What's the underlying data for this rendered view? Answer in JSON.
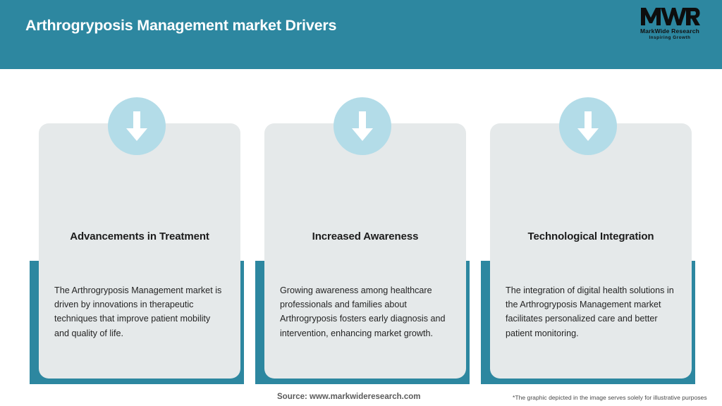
{
  "header": {
    "title": "Arthrogryposis Management market Drivers",
    "background_color": "#2d87a0",
    "title_color": "#ffffff",
    "logo": {
      "mark": "MWR",
      "name": "MarkWide Research",
      "tagline": "Inspiring Growth"
    }
  },
  "cards": [
    {
      "icon": "down-arrow-icon",
      "title": "Advancements in Treatment",
      "body": "The Arthrogryposis Management market is driven by innovations in therapeutic techniques that improve patient mobility and quality of life."
    },
    {
      "icon": "down-arrow-icon",
      "title": "Increased Awareness",
      "body": "Growing awareness among healthcare professionals and families about Arthrogryposis fosters early diagnosis and intervention, enhancing market growth."
    },
    {
      "icon": "down-arrow-icon",
      "title": "Technological Integration",
      "body": "The integration of digital health solutions in the Arthrogryposis Management market facilitates personalized care and better patient monitoring."
    }
  ],
  "footer": {
    "source": "Source: www.markwideresearch.com",
    "disclaimer": "*The graphic depicted in the image serves solely for illustrative purposes"
  },
  "colors": {
    "accent_teal": "#2d87a0",
    "card_background": "#e5e9ea",
    "badge_circle": "#b3dce8",
    "arrow_white": "#ffffff",
    "page_background": "#ffffff"
  }
}
